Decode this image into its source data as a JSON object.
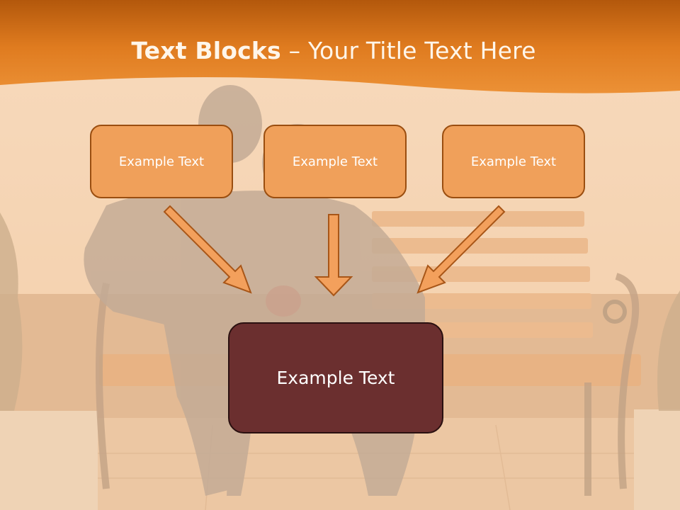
{
  "slide": {
    "title_bold": "Text Blocks",
    "title_rest": " – Your Title Text Here",
    "blocks": [
      {
        "label": "Example Text"
      },
      {
        "label": "Example Text"
      },
      {
        "label": "Example Text"
      }
    ],
    "main_block": {
      "label": "Example Text"
    }
  },
  "colors": {
    "header_orange": "#e47a1a",
    "block_fill": "#f0a05a",
    "main_block_fill": "#6b2f2f",
    "background": "#f3cfa8"
  }
}
